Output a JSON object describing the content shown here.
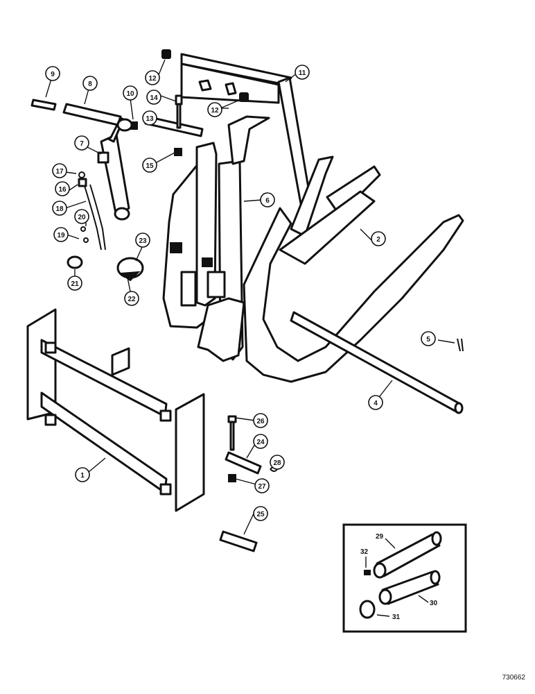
{
  "callouts": [
    "1",
    "2",
    "4",
    "5",
    "6",
    "7",
    "8",
    "9",
    "10",
    "11",
    "12",
    "12",
    "13",
    "14",
    "15",
    "16",
    "17",
    "18",
    "19",
    "20",
    "21",
    "22",
    "23",
    "24",
    "25",
    "26",
    "27",
    "28"
  ],
  "inset": {
    "labels": [
      "29",
      "30",
      "31",
      "32"
    ]
  },
  "drawing_number": "730662"
}
